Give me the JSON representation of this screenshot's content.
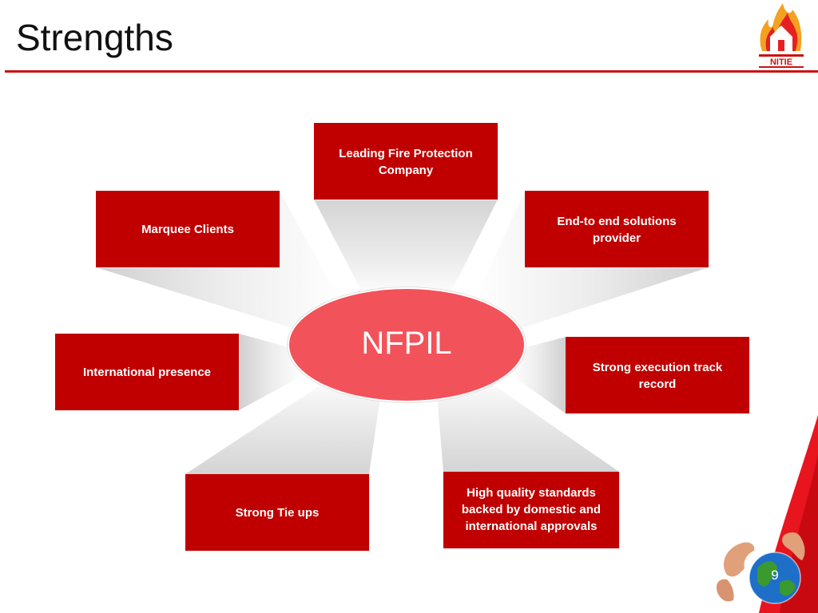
{
  "slide": {
    "title": "Strengths",
    "page_number": "9"
  },
  "diagram": {
    "center": "NFPIL",
    "items": {
      "leading": "Leading Fire Protection Company",
      "marquee": "Marquee Clients",
      "end_to_end": "End-to end solutions provider",
      "international": "International presence",
      "execution": "Strong execution track record",
      "tie_ups": "Strong Tie ups",
      "quality": "High quality standards backed by domestic and international approvals"
    }
  },
  "colors": {
    "box": "#c00000",
    "center": "#f2525a",
    "accent_rule": "#cc1212"
  },
  "logo": {
    "text": "NITIE"
  }
}
